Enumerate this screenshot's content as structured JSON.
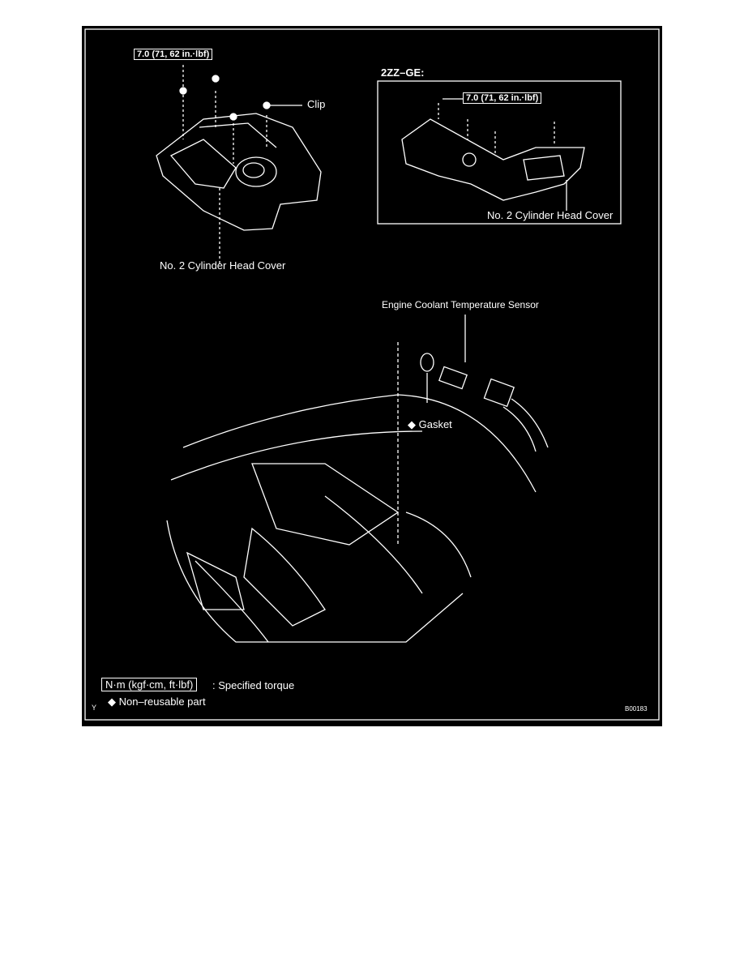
{
  "diagram": {
    "torque_left": "7.0 (71, 62 in.·lbf)",
    "clip_label": "Clip",
    "cover_left_label": "No. 2 Cylinder Head Cover",
    "inset_title": "2ZZ–GE:",
    "torque_inset": "7.0 (71, 62 in.·lbf)",
    "cover_inset_label": "No. 2 Cylinder Head Cover",
    "sensor_label": "Engine Coolant Temperature Sensor",
    "gasket_label": "◆ Gasket",
    "legend": {
      "torque_units": "N·m (kgf·cm, ft·lbf)",
      "torque_desc": ": Specified torque",
      "non_reusable": "◆ Non–reusable part"
    },
    "corner_mark": "Y",
    "figure_code": "B00183"
  }
}
